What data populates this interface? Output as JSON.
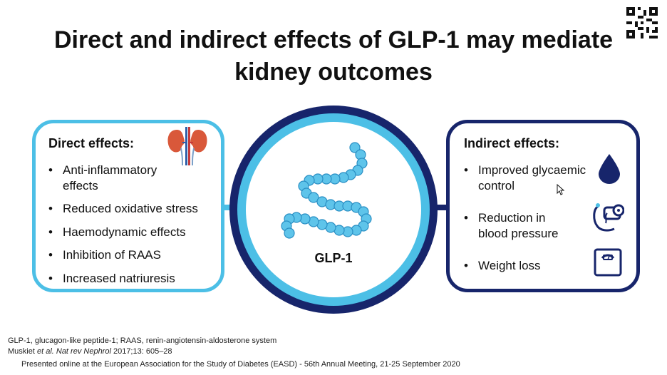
{
  "title": "Direct and indirect effects of GLP-1 may mediate kidney outcomes",
  "center_label": "GLP-1",
  "direct": {
    "heading": "Direct effects:",
    "items": [
      "Anti-inflammatory effects",
      "Reduced oxidative stress",
      "Haemodynamic effects",
      "Inhibition of RAAS",
      "Increased natriuresis"
    ]
  },
  "indirect": {
    "heading": "Indirect effects:",
    "items": [
      "Improved glycaemic control",
      "Reduction in blood pressure",
      "Weight loss"
    ]
  },
  "bullet": "•",
  "footnote": {
    "abbrev": "GLP-1, glucagon-like peptide-1; RAAS, renin-angiotensin-aldosterone system",
    "ref_author": "Muskiet ",
    "ref_etal": "et al. Nat rev Nephrol",
    "ref_rest": " 2017;13: 605–28"
  },
  "footer": "Presented online at the European Association for the Study of Diabetes (EASD) - 56th Annual Meeting, 21-25 September 2020",
  "colors": {
    "light_blue": "#4cbfe6",
    "navy": "#17256b",
    "bead_fill": "#5ec4ea",
    "bead_stroke": "#2a8fc4",
    "kidney": "#d9583a"
  },
  "icons": {
    "direct": "kidney-icon",
    "indirect": [
      "blood-drop-icon",
      "blood-pressure-cuff-icon",
      "weighing-scale-icon"
    ],
    "corner": "qr-code-icon",
    "pointer": "mouse-cursor-icon"
  }
}
